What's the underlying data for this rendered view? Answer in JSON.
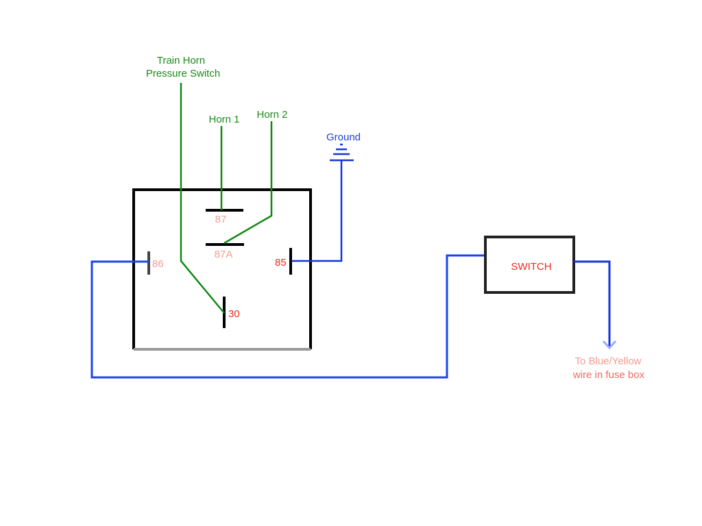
{
  "diagram": {
    "title": "Train horn relay wiring",
    "colors": {
      "horn_wire": "#118811",
      "power_wire": "#1133dd",
      "relay_box": "#000000",
      "terminal_label": "#f0281e",
      "note_text": "#f59a94"
    },
    "labels": {
      "pressure_switch": [
        "Train Horn",
        "Pressure Switch"
      ],
      "horn1": "Horn 1",
      "horn2": "Horn 2",
      "ground": "Ground",
      "switch": "SWITCH",
      "fuse_note": [
        "To Blue/Yellow",
        "wire in fuse box"
      ]
    },
    "relay_terminals": {
      "t87": "87",
      "t87a": "87A",
      "t86": "86",
      "t85": "85",
      "t30": "30"
    }
  }
}
